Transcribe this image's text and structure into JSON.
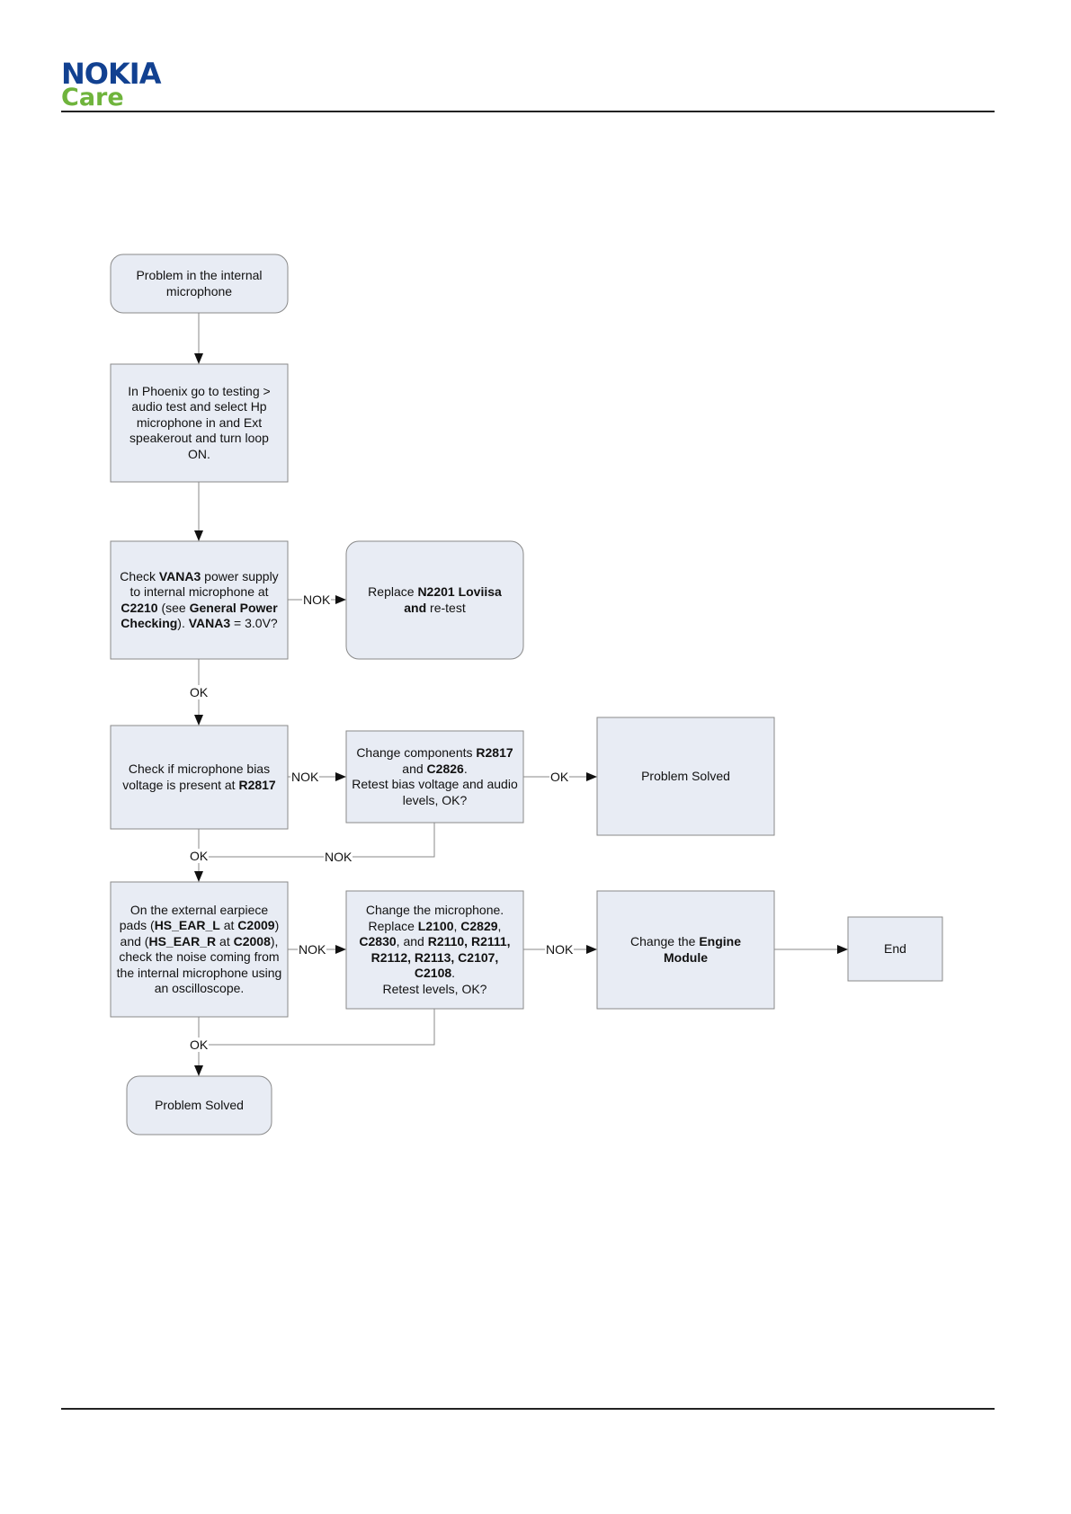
{
  "brand": {
    "nokia": "NOKIA",
    "care": "Care"
  },
  "nodes": {
    "start": "Problem in the internal microphone",
    "phoenix": "In Phoenix go to testing > audio test and select Hp microphone in and Ext speakerout and turn loop ON.",
    "vana3": {
      "t1": "Check ",
      "b1": "VANA3",
      "t2": " power supply to internal microphone at ",
      "b2": "C2210",
      "t3": " (see ",
      "b3": "General Power Checking",
      "t4": "). ",
      "b4": "VANA3",
      "t5": " = 3.0V?"
    },
    "replace_n2201": {
      "t1": "Replace ",
      "b1": "N2201 Loviisa",
      "b2": "and",
      "t2": " re-test"
    },
    "bias": {
      "t1": "Check if microphone bias voltage is present at ",
      "b1": "R2817"
    },
    "change_components": {
      "t1": "Change components ",
      "b1": "R2817",
      "t2": "and ",
      "b2": "C2826",
      "t3": ".",
      "t4": "Retest bias voltage and audio levels, OK?"
    },
    "solved_1": "Problem Solved",
    "earpiece": {
      "t1": "On the external earpiece pads (",
      "b1": "HS_EAR_L",
      "t2": " at ",
      "b2": "C2009",
      "t3": ") and (",
      "b3": "HS_EAR_R",
      "t4": " at ",
      "b4": "C2008",
      "t5": "), check the noise coming from the internal microphone using an oscilloscope."
    },
    "change_mic": {
      "t1": "Change the microphone.",
      "t2": "Replace ",
      "b1": "L2100",
      "t3": ", ",
      "b2": "C2829",
      "t4": ",",
      "b3": "C2830",
      "t5": ", and ",
      "b4": "R2110, R2111,",
      "b5": "R2112, R2113, C2107,",
      "b6": "C2108",
      "t6": ".",
      "t7": "Retest levels, OK?"
    },
    "engine": {
      "t1": "Change the ",
      "b1": "Engine",
      "b2": "Module"
    },
    "end": "End",
    "solved_2": "Problem Solved"
  },
  "labels": {
    "nok_1": "NOK",
    "ok_1": "OK",
    "nok_2": "NOK",
    "ok_2": "OK",
    "ok_3": "OK",
    "nok_3": "NOK",
    "nok_4": "NOK",
    "nok_5": "NOK",
    "ok_4": "OK"
  },
  "colors": {
    "box_fill": "#e8ecf4",
    "box_stroke": "#8a8a8a",
    "nokia_blue": "#124191",
    "care_green": "#6fb43c"
  }
}
